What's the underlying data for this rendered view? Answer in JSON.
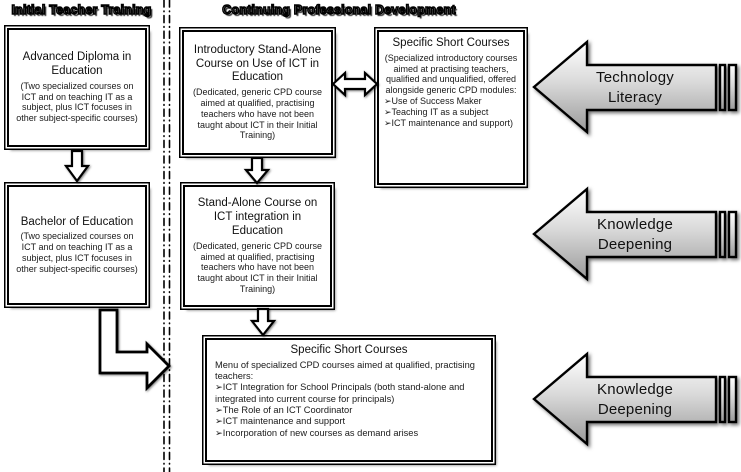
{
  "headers": {
    "left": "Initial Teacher Training",
    "right": "Continuing Professional Development"
  },
  "boxes": {
    "advanced_diploma": {
      "title": "Advanced Diploma in Education",
      "body": "(Two specialized courses on ICT and on teaching IT as a subject, plus ICT focuses in other subject-specific courses)"
    },
    "bachelor": {
      "title": "Bachelor of Education",
      "body": "(Two specialized courses on ICT and on teaching IT as a subject, plus ICT focuses in other subject-specific courses)"
    },
    "introductory": {
      "title": "Introductory Stand-Alone Course on Use of ICT in Education",
      "body": "(Dedicated, generic CPD course aimed at qualified, practising teachers who have not been taught about ICT in their Initial Training)"
    },
    "standalone": {
      "title": "Stand-Alone Course on ICT integration in Education",
      "body": "(Dedicated, generic CPD course aimed at qualified, practising teachers who have not been taught about ICT in their Initial Training)"
    },
    "specific_top": {
      "title": "Specific Short Courses",
      "body": "(Specialized introductory courses aimed at practising teachers, qualified and unqualified, offered alongside generic CPD modules:",
      "bullets": [
        "➢Use of Success Maker",
        "➢Teaching IT as a subject",
        "➢ICT maintenance and support)"
      ]
    },
    "specific_bottom": {
      "title": "Specific Short Courses",
      "body": "Menu of specialized CPD courses aimed at qualified, practising teachers:",
      "bullets": [
        "➢ICT Integration for School Principals (both stand-alone and integrated into current course for principals)",
        "➢The Role of an ICT Coordinator",
        "➢ICT maintenance and support",
        "➢Incorporation of new courses as demand arises"
      ]
    }
  },
  "big_arrows": {
    "technology_literacy": {
      "line1": "Technology",
      "line2": "Literacy"
    },
    "knowledge_deepening_1": {
      "line1": "Knowledge",
      "line2": "Deepening"
    },
    "knowledge_deepening_2": {
      "line1": "Knowledge",
      "line2": "Deepening"
    }
  },
  "colors": {
    "background": "#ffffff",
    "outline": "#000000",
    "arrow_fill_light": "#ffffff",
    "arrow_fill_mid": "#d9d9d9",
    "arrow_fill_dark": "#9a9a9a"
  }
}
